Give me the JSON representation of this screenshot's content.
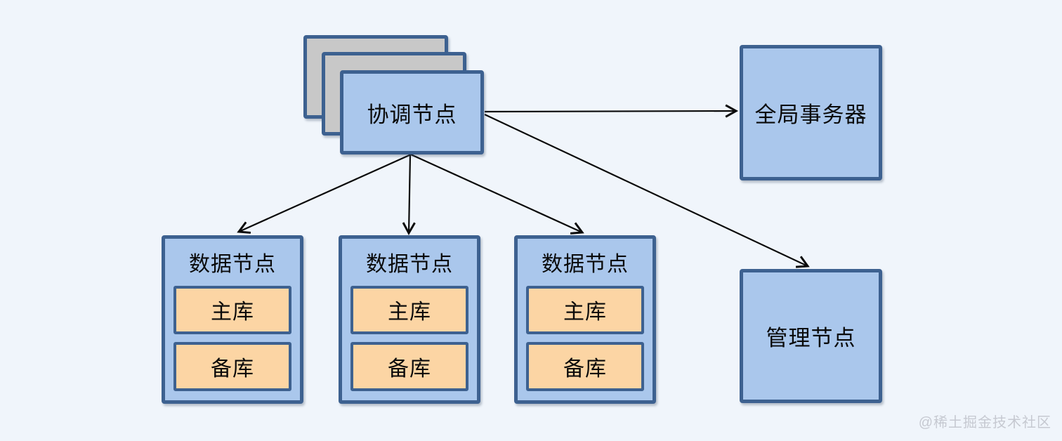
{
  "diagram": {
    "title_hint": "distributed-database-architecture",
    "colors": {
      "background": "#f0f5fb",
      "node_border": "#3d6190",
      "node_fill_blue": "#aac7ec",
      "stack_fill_gray": "#c8c8c8",
      "db_fill_orange": "#fcd5a4",
      "arrow": "#0a0a0a",
      "watermark": "#c6c9d1"
    },
    "coordinator": {
      "label": "协调节点"
    },
    "global_transaction": {
      "label": "全局事务器"
    },
    "management": {
      "label": "管理节点"
    },
    "data_nodes": [
      {
        "title": "数据节点",
        "primary": "主库",
        "standby": "备库"
      },
      {
        "title": "数据节点",
        "primary": "主库",
        "standby": "备库"
      },
      {
        "title": "数据节点",
        "primary": "主库",
        "standby": "备库"
      }
    ],
    "watermark": "@稀土掘金技术社区"
  }
}
